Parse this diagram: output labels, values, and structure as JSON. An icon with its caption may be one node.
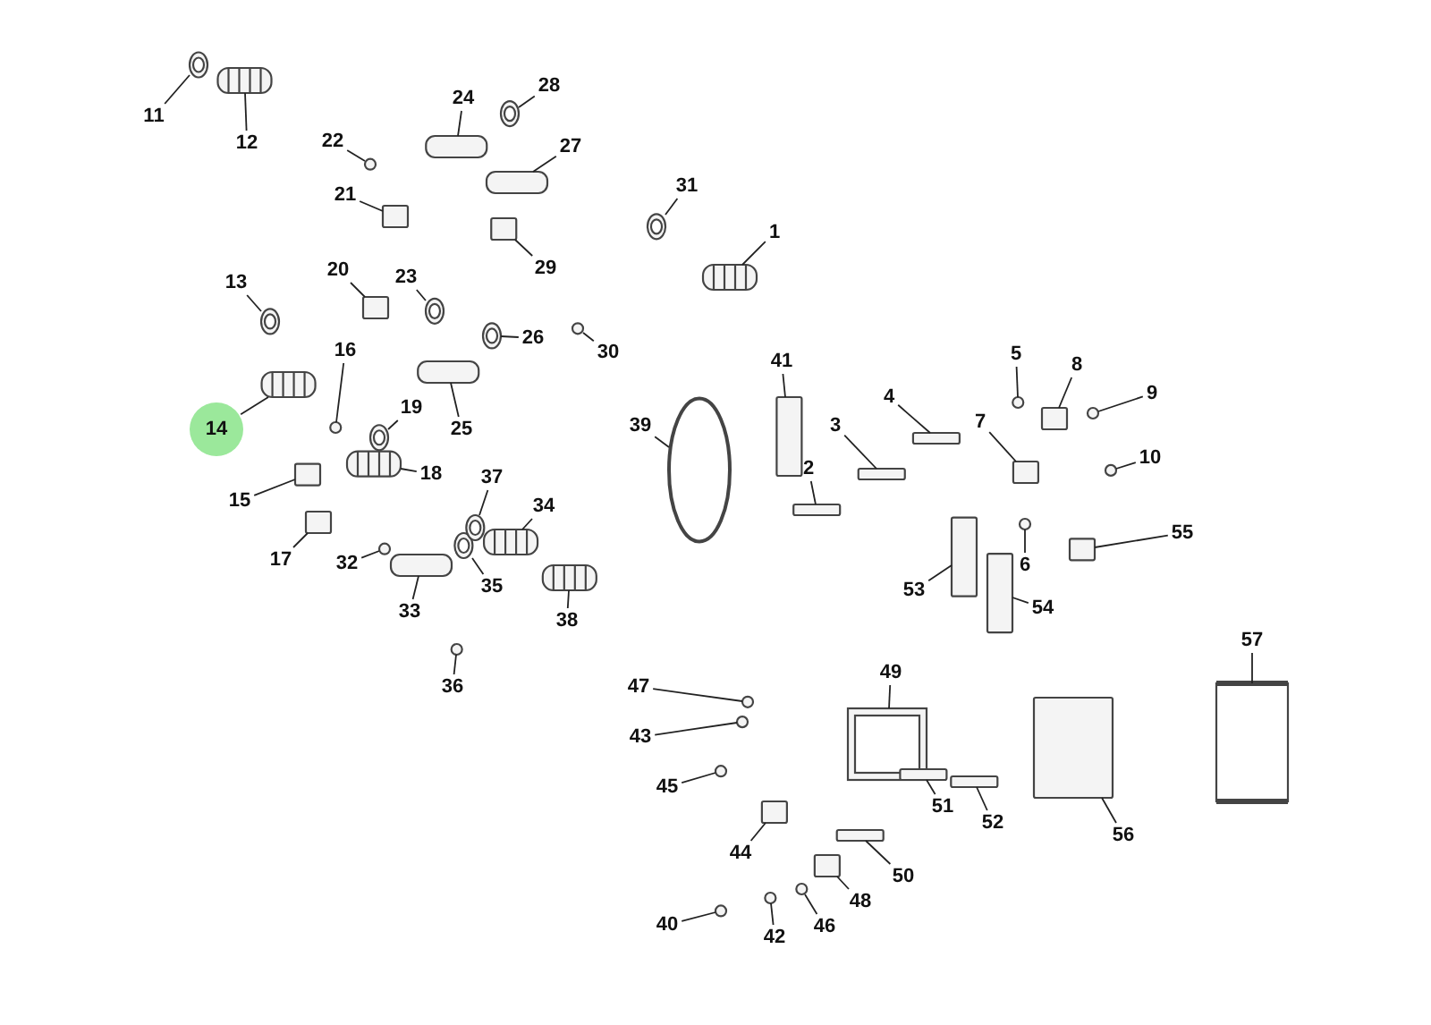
{
  "diagram": {
    "nodes": [
      {
        "text": [
          "1"
        ]
      },
      {
        "text": [
          "2"
        ]
      },
      {
        "text": [
          "3"
        ]
      },
      {
        "text": [
          "4"
        ]
      },
      {
        "text": [
          "5"
        ]
      },
      {
        "text": [
          "6"
        ]
      },
      {
        "text": [
          "7"
        ]
      },
      {
        "text": [
          "8"
        ]
      },
      {
        "text": [
          "9"
        ]
      },
      {
        "text": [
          "10"
        ]
      },
      {
        "text": [
          "11"
        ]
      },
      {
        "text": [
          "12"
        ]
      },
      {
        "text": [
          "13"
        ]
      },
      {
        "text": [
          "14"
        ]
      },
      {
        "text": [
          "15"
        ]
      },
      {
        "text": [
          "16"
        ]
      },
      {
        "text": [
          "17"
        ]
      },
      {
        "text": [
          "18"
        ]
      },
      {
        "text": [
          "19"
        ]
      },
      {
        "text": [
          "20"
        ]
      },
      {
        "text": [
          "21"
        ]
      },
      {
        "text": [
          "22"
        ]
      },
      {
        "text": [
          "23"
        ]
      },
      {
        "text": [
          "24"
        ]
      },
      {
        "text": [
          "25"
        ]
      },
      {
        "text": [
          "26"
        ]
      },
      {
        "text": [
          "27"
        ]
      },
      {
        "text": [
          "28"
        ]
      },
      {
        "text": [
          "29"
        ]
      },
      {
        "text": [
          "30"
        ]
      },
      {
        "text": [
          "31"
        ]
      },
      {
        "text": [
          "32"
        ]
      },
      {
        "text": [
          "33"
        ]
      },
      {
        "text": [
          "34"
        ]
      },
      {
        "text": [
          "35"
        ]
      },
      {
        "text": [
          "36"
        ]
      },
      {
        "text": [
          "37"
        ]
      },
      {
        "text": [
          "38"
        ]
      },
      {
        "text": [
          "39"
        ]
      },
      {
        "text": [
          "40"
        ]
      },
      {
        "text": [
          "41"
        ]
      },
      {
        "text": [
          "42"
        ]
      },
      {
        "text": [
          "43"
        ]
      },
      {
        "text": [
          "44"
        ]
      },
      {
        "text": [
          "45"
        ]
      },
      {
        "text": [
          "46"
        ]
      },
      {
        "text": [
          "47"
        ]
      },
      {
        "text": [
          "48"
        ]
      },
      {
        "text": [
          "49"
        ]
      },
      {
        "text": [
          "50"
        ]
      },
      {
        "text": [
          "51"
        ]
      },
      {
        "text": [
          "52"
        ]
      },
      {
        "text": [
          "53"
        ]
      },
      {
        "text": [
          "54"
        ]
      },
      {
        "text": [
          "55"
        ]
      },
      {
        "text": [
          "56"
        ]
      },
      {
        "text": [
          "57"
        ]
      },
      {
        "text": [],
        "shape": "picture"
      },
      {
        "text": [],
        "shape": "box"
      },
      {
        "text": [],
        "shape": "box"
      },
      {
        "text": [],
        "shape": "box"
      },
      {
        "text": [],
        "shape": "circle"
      },
      {
        "text": [],
        "shape": "circle"
      },
      {
        "text": [],
        "shape": "box"
      },
      {
        "text": [],
        "shape": "box"
      },
      {
        "text": [],
        "shape": "circle"
      },
      {
        "text": [],
        "shape": "circle"
      },
      {
        "text": [],
        "shape": "picture"
      },
      {
        "text": [],
        "shape": "picture"
      },
      {
        "text": [],
        "shape": "picture"
      },
      {
        "text": [],
        "shape": "picture"
      },
      {
        "text": [],
        "shape": "box"
      },
      {
        "text": [],
        "shape": "circle"
      },
      {
        "text": [],
        "shape": "box"
      },
      {
        "text": [],
        "shape": "picture"
      },
      {
        "text": [],
        "shape": "picture"
      },
      {
        "text": [],
        "shape": "box"
      },
      {
        "text": [],
        "shape": "box"
      },
      {
        "text": [],
        "shape": "circle"
      },
      {
        "text": [],
        "shape": "picture"
      },
      {
        "text": [],
        "shape": "box"
      },
      {
        "text": [],
        "shape": "box"
      },
      {
        "text": [],
        "shape": "picture"
      },
      {
        "text": [],
        "shape": "box"
      },
      {
        "text": [],
        "shape": "picture"
      },
      {
        "text": [],
        "shape": "box"
      },
      {
        "text": [],
        "shape": "circle"
      },
      {
        "text": [],
        "shape": "picture"
      },
      {
        "text": [],
        "shape": "circle"
      },
      {
        "text": [],
        "shape": "box"
      },
      {
        "text": [],
        "shape": "picture"
      },
      {
        "text": [],
        "shape": "picture"
      },
      {
        "text": [],
        "shape": "circle"
      },
      {
        "text": [],
        "shape": "picture"
      },
      {
        "text": [],
        "shape": "picture"
      },
      {
        "text": [],
        "shape": "circle"
      },
      {
        "text": [],
        "shape": "circle"
      },
      {
        "text": [],
        "shape": "box"
      },
      {
        "text": [],
        "shape": "circle"
      },
      {
        "text": [],
        "shape": "circle"
      },
      {
        "text": [],
        "shape": "box"
      },
      {
        "text": [],
        "shape": "circle"
      },
      {
        "text": [],
        "shape": "circle"
      },
      {
        "text": [],
        "shape": "circle"
      },
      {
        "text": [],
        "shape": "box"
      },
      {
        "text": [],
        "shape": "picture"
      },
      {
        "text": [],
        "shape": "box"
      },
      {
        "text": [],
        "shape": "box"
      },
      {
        "text": [],
        "shape": "box"
      },
      {
        "text": [],
        "shape": "box"
      },
      {
        "text": [],
        "shape": "box"
      },
      {
        "text": [],
        "shape": "box"
      },
      {
        "text": [],
        "shape": "box"
      },
      {
        "text": [],
        "shape": "picture"
      }
    ],
    "edges": [
      {
        "from": 0,
        "to": 57,
        "arrow": "none"
      },
      {
        "from": 1,
        "to": 58,
        "arrow": "none"
      },
      {
        "from": 2,
        "to": 59,
        "arrow": "none"
      },
      {
        "from": 3,
        "to": 60,
        "arrow": "none"
      },
      {
        "from": 4,
        "to": 61,
        "arrow": "none"
      },
      {
        "from": 5,
        "to": 62,
        "arrow": "none"
      },
      {
        "from": 6,
        "to": 63,
        "arrow": "none"
      },
      {
        "from": 7,
        "to": 64,
        "arrow": "none"
      },
      {
        "from": 8,
        "to": 65,
        "arrow": "none"
      },
      {
        "from": 9,
        "to": 66,
        "arrow": "none"
      },
      {
        "from": 10,
        "to": 67,
        "arrow": "none"
      },
      {
        "from": 11,
        "to": 68,
        "arrow": "none"
      },
      {
        "from": 12,
        "to": 69,
        "arrow": "none"
      },
      {
        "from": 13,
        "to": 70,
        "arrow": "none"
      },
      {
        "from": 14,
        "to": 71,
        "arrow": "none"
      },
      {
        "from": 15,
        "to": 72,
        "arrow": "none"
      },
      {
        "from": 16,
        "to": 73,
        "arrow": "none"
      },
      {
        "from": 17,
        "to": 74,
        "arrow": "none"
      },
      {
        "from": 18,
        "to": 75,
        "arrow": "none"
      },
      {
        "from": 19,
        "to": 76,
        "arrow": "none"
      },
      {
        "from": 20,
        "to": 77,
        "arrow": "none"
      },
      {
        "from": 21,
        "to": 78,
        "arrow": "none"
      },
      {
        "from": 22,
        "to": 79,
        "arrow": "none"
      },
      {
        "from": 23,
        "to": 80,
        "arrow": "none"
      },
      {
        "from": 24,
        "to": 81,
        "arrow": "none"
      },
      {
        "from": 25,
        "to": 82,
        "arrow": "none"
      },
      {
        "from": 26,
        "to": 83,
        "arrow": "none"
      },
      {
        "from": 27,
        "to": 84,
        "arrow": "none"
      },
      {
        "from": 28,
        "to": 85,
        "arrow": "none"
      },
      {
        "from": 29,
        "to": 86,
        "arrow": "none"
      },
      {
        "from": 30,
        "to": 87,
        "arrow": "none"
      },
      {
        "from": 31,
        "to": 88,
        "arrow": "none"
      },
      {
        "from": 32,
        "to": 89,
        "arrow": "none"
      },
      {
        "from": 33,
        "to": 90,
        "arrow": "none"
      },
      {
        "from": 34,
        "to": 91,
        "arrow": "none"
      },
      {
        "from": 35,
        "to": 92,
        "arrow": "none"
      },
      {
        "from": 36,
        "to": 93,
        "arrow": "none"
      },
      {
        "from": 37,
        "to": 94,
        "arrow": "none"
      },
      {
        "from": 38,
        "to": 95,
        "arrow": "none"
      },
      {
        "from": 39,
        "to": 96,
        "arrow": "none"
      },
      {
        "from": 40,
        "to": 97,
        "arrow": "none"
      },
      {
        "from": 41,
        "to": 98,
        "arrow": "none"
      },
      {
        "from": 42,
        "to": 99,
        "arrow": "none"
      },
      {
        "from": 43,
        "to": 100,
        "arrow": "none"
      },
      {
        "from": 44,
        "to": 101,
        "arrow": "none"
      },
      {
        "from": 45,
        "to": 102,
        "arrow": "none"
      },
      {
        "from": 46,
        "to": 103,
        "arrow": "none"
      },
      {
        "from": 47,
        "to": 104,
        "arrow": "none"
      },
      {
        "from": 48,
        "to": 105,
        "arrow": "none"
      },
      {
        "from": 49,
        "to": 106,
        "arrow": "none"
      },
      {
        "from": 50,
        "to": 107,
        "arrow": "none"
      },
      {
        "from": 51,
        "to": 108,
        "arrow": "none"
      },
      {
        "from": 52,
        "to": 109,
        "arrow": "none"
      },
      {
        "from": 53,
        "to": 110,
        "arrow": "none"
      },
      {
        "from": 54,
        "to": 111,
        "arrow": "none"
      },
      {
        "from": 55,
        "to": 112,
        "arrow": "none"
      },
      {
        "from": 56,
        "to": 113,
        "arrow": "none"
      }
    ]
  }
}
